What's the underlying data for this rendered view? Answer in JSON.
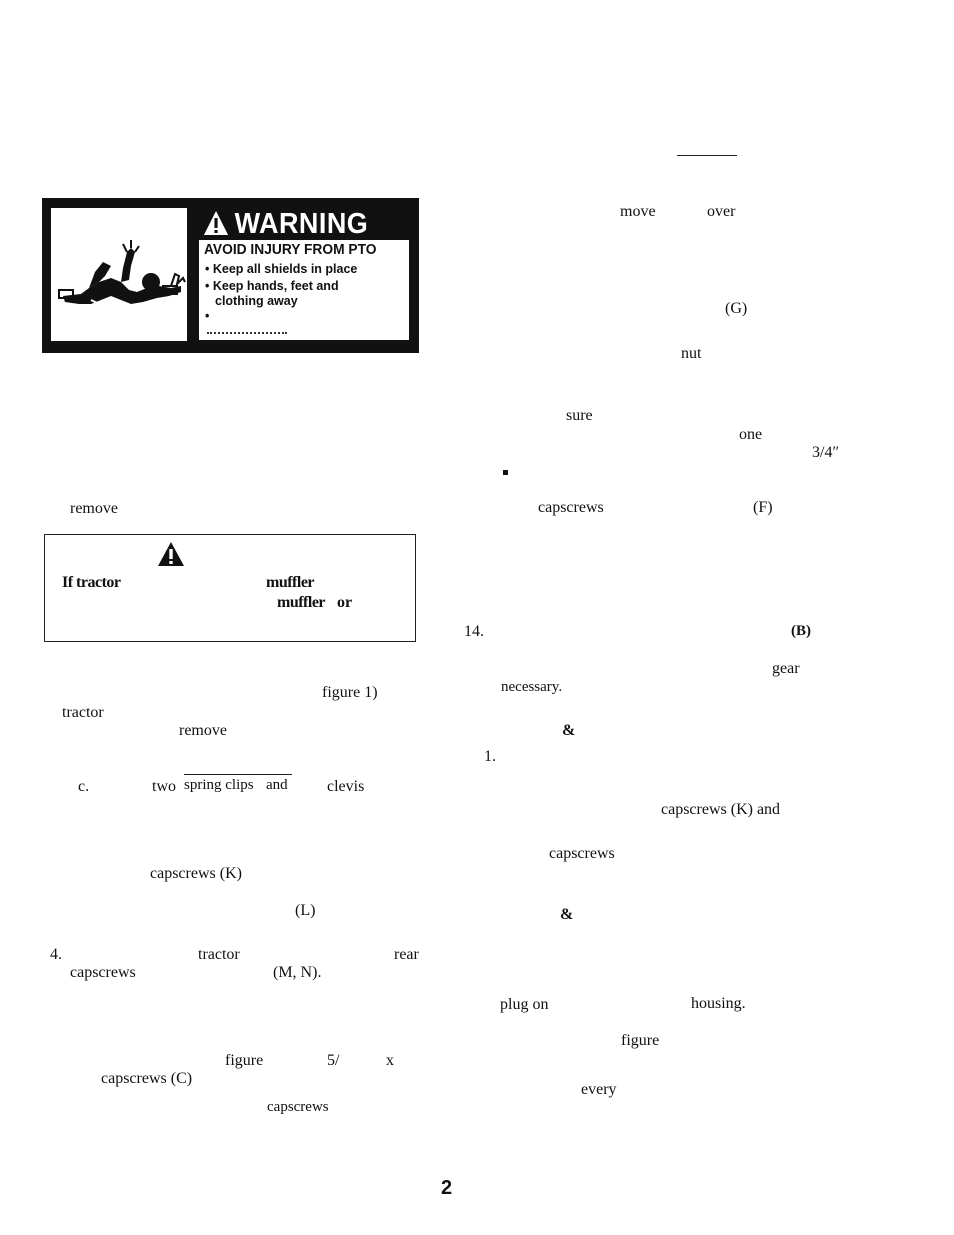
{
  "decal": {
    "header": "WARNING",
    "subheader": "AVOID INJURY FROM PTO",
    "items": [
      "Keep all shields in place",
      "Keep hands, feet and",
      "clothing away",
      "•"
    ]
  },
  "left_column": {
    "remove_1": "remove",
    "caution": {
      "line1_a": "If tractor",
      "line1_b": "muffler",
      "line2_a": "muffler",
      "line2_b": "or"
    },
    "figure_ref": "figure 1)",
    "tractor_1": "tractor",
    "remove_2": "remove",
    "step_c": "c.",
    "two": "two",
    "spring_clips": "spring clips",
    "and": "and",
    "clevis": "clevis",
    "capscrews_k": "capscrews (K)",
    "l_ref": "(L)",
    "step_4": "4.",
    "tractor_2": "tractor",
    "rear": "rear",
    "capscrews_1": "capscrews",
    "mn_ref": "(M, N).",
    "figure": "figure",
    "five_slash": "5/",
    "x": "x",
    "capscrews_c": "capscrews (C)",
    "capscrews_2": "capscrews"
  },
  "right_column": {
    "move": "move",
    "over": "over",
    "g_ref": "(G)",
    "nut": "nut",
    "sure": "sure",
    "one": "one",
    "three_quarter": "3/4″",
    "capscrews_f": "capscrews",
    "f_ref": "(F)",
    "step_14": "14.",
    "b_ref": "(B)",
    "gear": "gear",
    "necessary": "necessary.",
    "amp_1": "&",
    "step_1": "1.",
    "capscrews_k_and": "capscrews (K) and",
    "capscrews_3": "capscrews",
    "amp_2": "&",
    "plug_on": "plug on",
    "housing": "housing.",
    "figure": "figure",
    "every": "every"
  },
  "page_number": "2"
}
